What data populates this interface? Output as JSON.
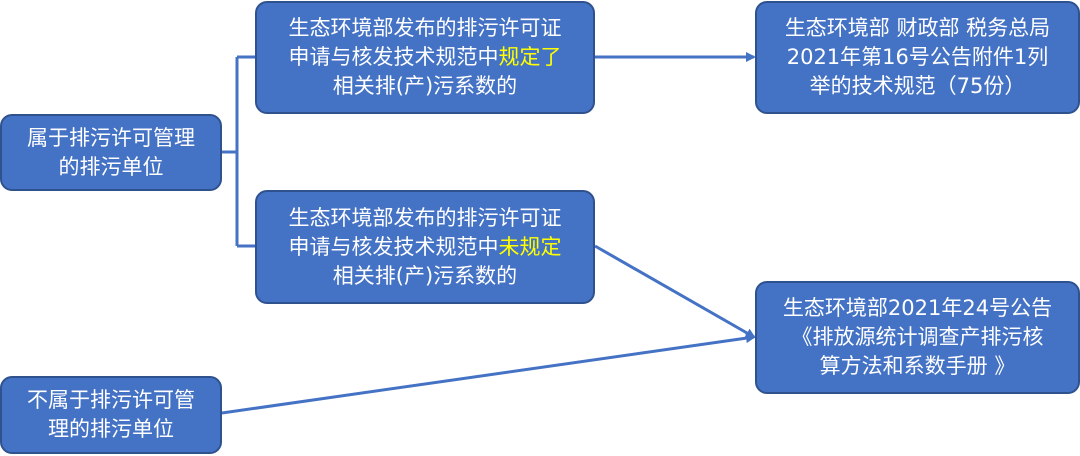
{
  "colors": {
    "box_fill": "#4472C4",
    "box_border": "#2F528F",
    "text": "#FFFFFF",
    "highlight": "#FFFF00",
    "connector": "#4472C4"
  },
  "nodes": {
    "permit_units": {
      "line1": "属于排污许可管理",
      "line2": "的排污单位"
    },
    "non_permit_units": {
      "line1": "不属于排污许可管",
      "line2": "理的排污单位"
    },
    "spec_defined": {
      "line1": "生态环境部发布的排污许可证",
      "line2_pre": "申请与核发技术规范中",
      "line2_hl": "规定了",
      "line3": "相关排(产)污系数的"
    },
    "spec_undefined": {
      "line1": "生态环境部发布的排污许可证",
      "line2_pre": "申请与核发技术规范中",
      "line2_hl": "未规定",
      "line3": "相关排(产)污系数的"
    },
    "announcement_16": {
      "line1": "生态环境部 财政部 税务总局",
      "line2": "2021年第16号公告附件1列",
      "line3": "举的技术规范（75份）"
    },
    "announcement_24": {
      "line1": "生态环境部2021年24号公告",
      "line2": "《排放源统计调查产排污核",
      "line3": "算方法和系数手册 》"
    }
  }
}
